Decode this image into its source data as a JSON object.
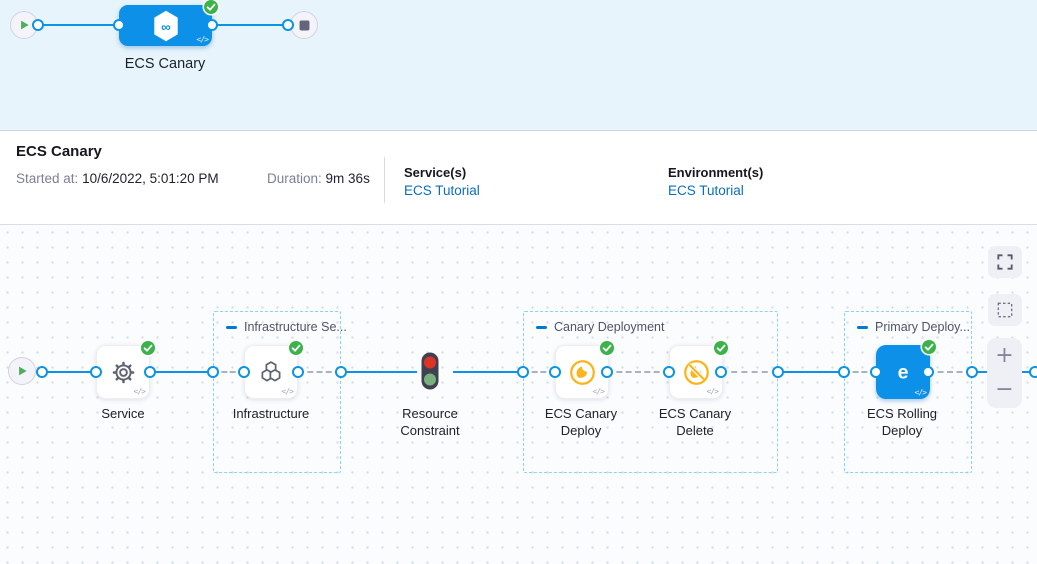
{
  "banner": {
    "stage_label": "ECS Canary"
  },
  "summary": {
    "title": "ECS Canary",
    "started_label": "Started at:",
    "started_value": "10/6/2022, 5:01:20 PM",
    "duration_label": "Duration:",
    "duration_value": "9m 36s",
    "services_label": "Service(s)",
    "services_value": "ECS Tutorial",
    "environments_label": "Environment(s)",
    "environments_value": "ECS Tutorial"
  },
  "graph": {
    "groups": [
      {
        "label": "Infrastructure Se..."
      },
      {
        "label": "Canary Deployment"
      },
      {
        "label": "Primary Deploy..."
      }
    ],
    "nodes": [
      {
        "label": "Service"
      },
      {
        "label": "Infrastructure"
      },
      {
        "label": "Resource Constraint"
      },
      {
        "label": "ECS Canary Deploy"
      },
      {
        "label": "ECS Canary Delete"
      },
      {
        "label": "ECS Rolling Deploy"
      }
    ]
  },
  "icons": {
    "code": "</>",
    "infinity": "∞",
    "rolling": "e",
    "zoom_in": "+",
    "zoom_out": "−"
  },
  "colors": {
    "accent_blue": "#0b93e6",
    "node_blue": "#0d91e8",
    "success_green": "#3cb24a",
    "canary_yellow": "#fcb41b",
    "link_blue": "#0a6ebd",
    "banner_bg": "#e7f4fb"
  }
}
